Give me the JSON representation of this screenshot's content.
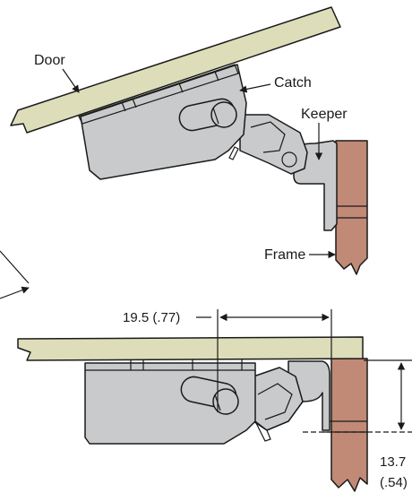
{
  "labels": {
    "door": "Door",
    "catch": "Catch",
    "keeper": "Keeper",
    "frame": "Frame"
  },
  "dimensions": {
    "horizontal": "19.5 (.77)",
    "vertical_value": "13.7",
    "vertical_inch": "(.54)"
  },
  "colors": {
    "door": "#ddddb9",
    "metal": "#c9cacc",
    "frame": "#c08a76",
    "line": "#1a1a1a"
  }
}
